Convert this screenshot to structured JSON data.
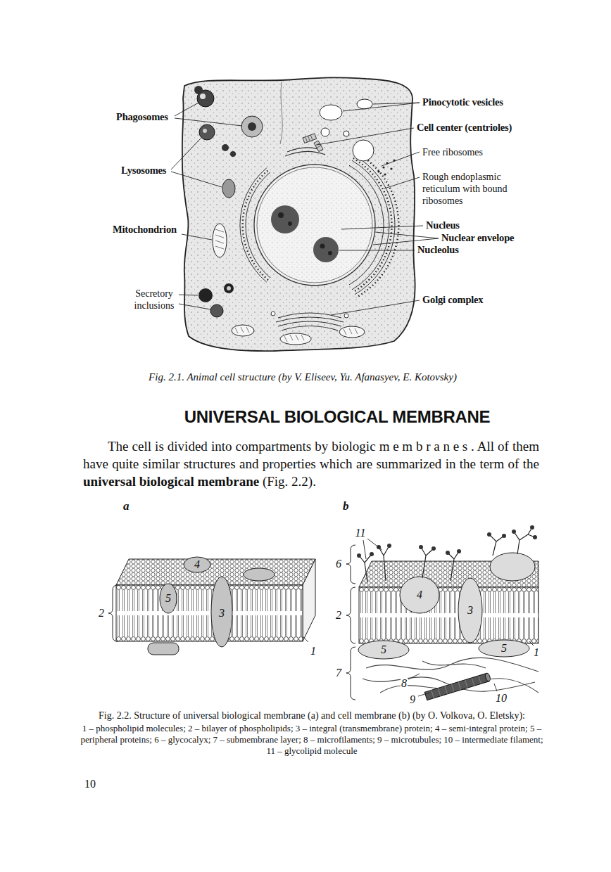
{
  "diagram": {
    "title": "UNIVERSAL BIOLOGICAL MEMBRANE",
    "labels": [
      "Phagosomes",
      "Lysosomes",
      "Mitochondrion",
      "Secretory inclusions",
      "Pinocytotic vesicles",
      "Cell center (centrioles)",
      "Free ribosomes",
      "Rough endoplasmic reticulum with bound ribosomes",
      "Nucleus",
      "Nuclear envelope",
      "Nucleolus",
      "Golgi complex",
      "Fig. 2.1. Animal cell structure (by V. Eliseev, Yu. Afanasyev, E. Kotovsky)",
      "The cell is divided into compartments by biologic",
      "membranes",
      ". All of them have quite similar structures and properties which are summarized in the term of the",
      "universal biological membrane",
      "(Fig. 2.2).",
      "a",
      "b",
      "4",
      "5",
      "2",
      "3",
      "1",
      "11",
      "6",
      "4",
      "2",
      "3",
      "5",
      "5",
      "1",
      "7",
      "8",
      "9",
      "10",
      "Fig. 2.2. Structure of universal biological membrane (a) and cell membrane (b) (by O. Volkova, O. Eletsky):",
      "1 – phospholipid molecules; 2 – bilayer of phospholipids; 3 – integral (transmembrane) protein; 4 – semi-integral protein; 5 – peripheral proteins; 6 – glycocalyx; 7 – submembrane layer; 8 – microfilaments; 9 – microtubules; 10 – intermediate filament; 11 – glycolipid molecule",
      "10"
    ]
  }
}
